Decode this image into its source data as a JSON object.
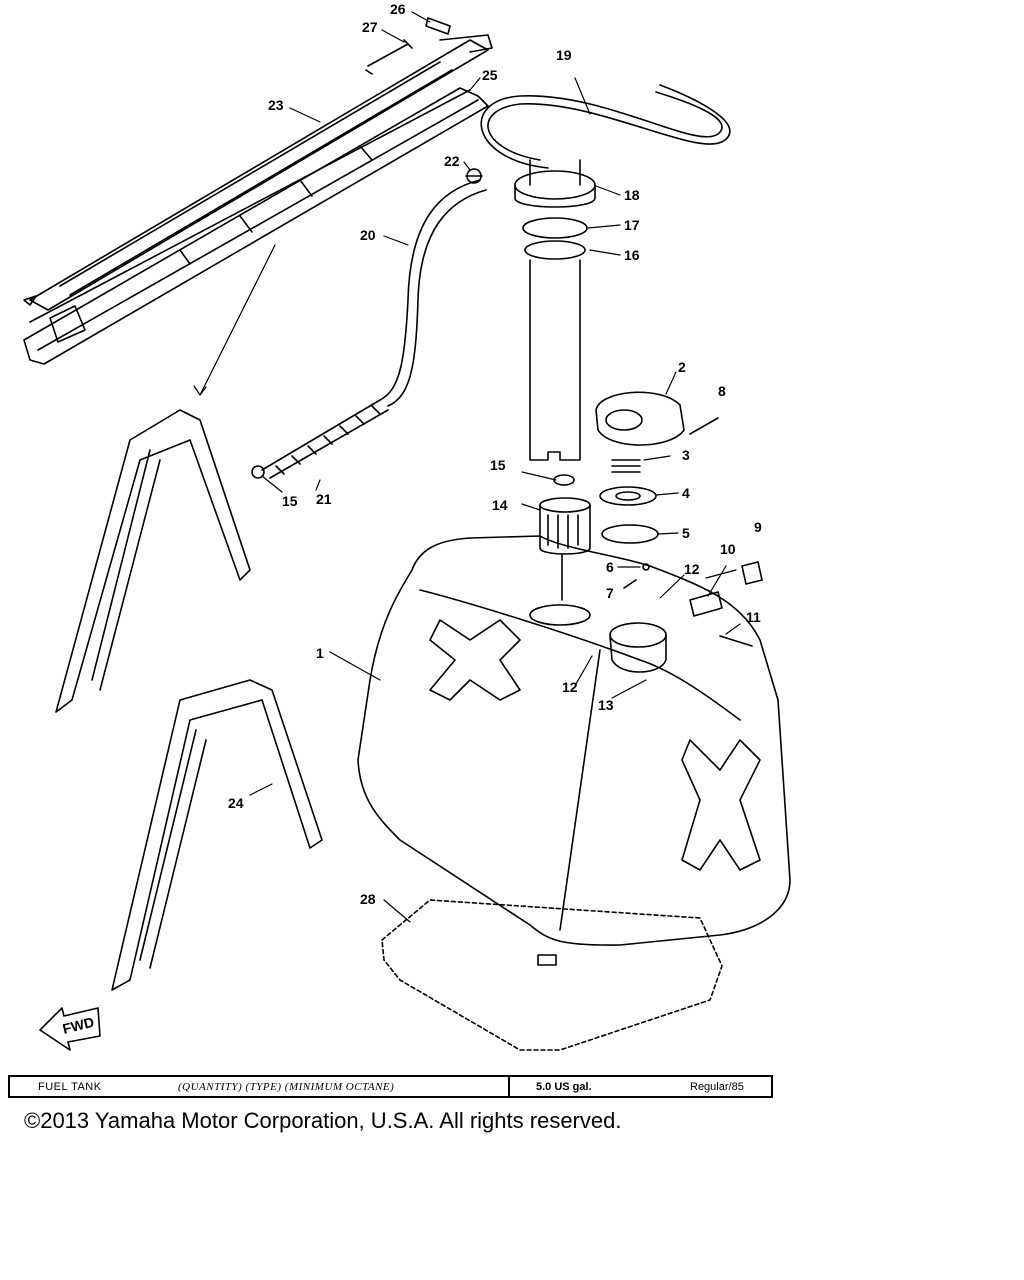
{
  "diagram": {
    "callouts": [
      {
        "id": "1",
        "label": "1"
      },
      {
        "id": "2",
        "label": "2"
      },
      {
        "id": "3",
        "label": "3"
      },
      {
        "id": "4",
        "label": "4"
      },
      {
        "id": "5",
        "label": "5"
      },
      {
        "id": "6",
        "label": "6"
      },
      {
        "id": "7",
        "label": "7"
      },
      {
        "id": "8",
        "label": "8"
      },
      {
        "id": "9",
        "label": "9"
      },
      {
        "id": "10",
        "label": "10"
      },
      {
        "id": "11",
        "label": "11"
      },
      {
        "id": "12a",
        "label": "12"
      },
      {
        "id": "12b",
        "label": "12"
      },
      {
        "id": "13",
        "label": "13"
      },
      {
        "id": "14",
        "label": "14"
      },
      {
        "id": "15a",
        "label": "15"
      },
      {
        "id": "15b",
        "label": "15"
      },
      {
        "id": "16",
        "label": "16"
      },
      {
        "id": "17",
        "label": "17"
      },
      {
        "id": "18",
        "label": "18"
      },
      {
        "id": "19",
        "label": "19"
      },
      {
        "id": "20",
        "label": "20"
      },
      {
        "id": "21",
        "label": "21"
      },
      {
        "id": "22",
        "label": "22"
      },
      {
        "id": "23",
        "label": "23"
      },
      {
        "id": "24",
        "label": "24"
      },
      {
        "id": "25",
        "label": "25"
      },
      {
        "id": "26",
        "label": "26"
      },
      {
        "id": "27",
        "label": "27"
      },
      {
        "id": "28",
        "label": "28"
      }
    ],
    "fwd_label": "FWD"
  },
  "spec": {
    "name": "FUEL TANK",
    "note": "(QUANTITY) (TYPE) (MINIMUM OCTANE)",
    "quantity": "5.0 US gal.",
    "type": "Regular/85"
  },
  "footer": {
    "copyright": "©2013 Yamaha Motor Corporation, U.S.A. All rights reserved."
  }
}
